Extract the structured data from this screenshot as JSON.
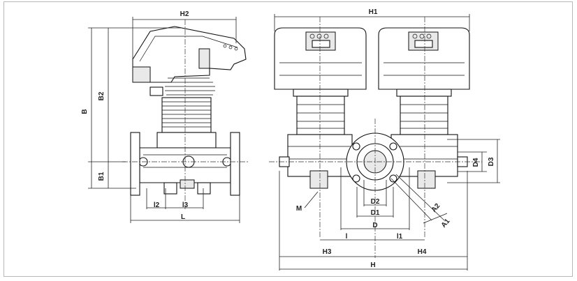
{
  "labels": {
    "H2": "H2",
    "B": "B",
    "B2": "B2",
    "B1": "B1",
    "l2": "l2",
    "l3": "l3",
    "L": "L",
    "H1": "H1",
    "D4": "D4",
    "D3": "D3",
    "D2": "D2",
    "D1": "D1",
    "D": "D",
    "M": "M",
    "A2": "A2",
    "A1": "A1",
    "l": "l",
    "l1": "l1",
    "H3": "H3",
    "H4": "H4",
    "H": "H"
  },
  "colors": {
    "line": "#111111",
    "fill": "#ffffff",
    "shade": "#e9e9e9",
    "frame": "#b8b8b8"
  }
}
